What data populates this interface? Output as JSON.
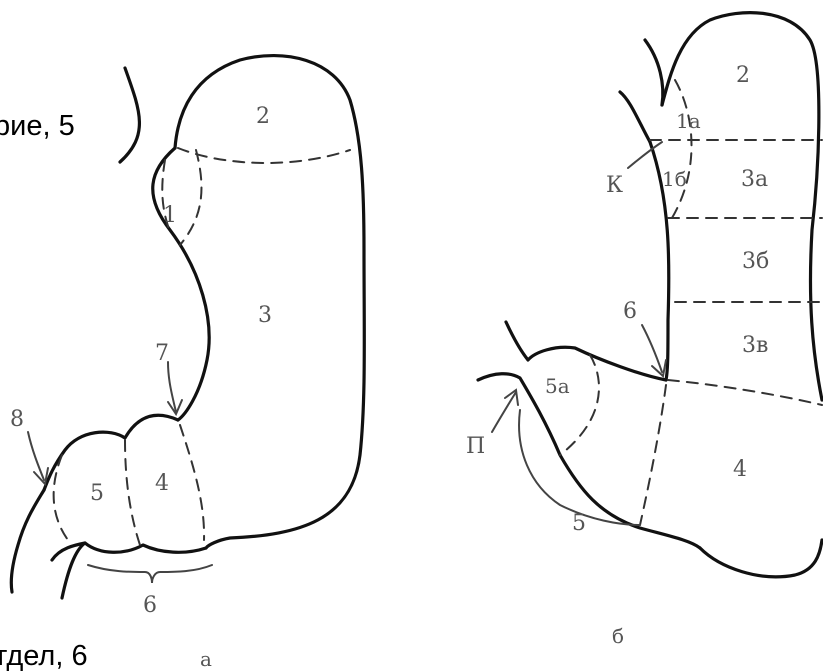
{
  "clipped_text": {
    "top_left": "рие, 5",
    "bottom_left": "тдел, 6"
  },
  "figure_a": {
    "caption": "а",
    "labels": {
      "z1": "1",
      "z2": "2",
      "z3": "3",
      "z4": "4",
      "z5": "5",
      "z6": "6",
      "z7": "7",
      "z8": "8"
    }
  },
  "figure_b": {
    "caption": "б",
    "labels": {
      "z1a": "1а",
      "z1b": "1б",
      "z2": "2",
      "z3a": "3а",
      "z3b": "3б",
      "z3v": "3в",
      "z4": "4",
      "z5": "5",
      "z5a": "5а",
      "z6": "6",
      "k": "К",
      "p": "П"
    }
  },
  "colors": {
    "outline": "#111111",
    "label": "#555555",
    "background": "#ffffff"
  }
}
